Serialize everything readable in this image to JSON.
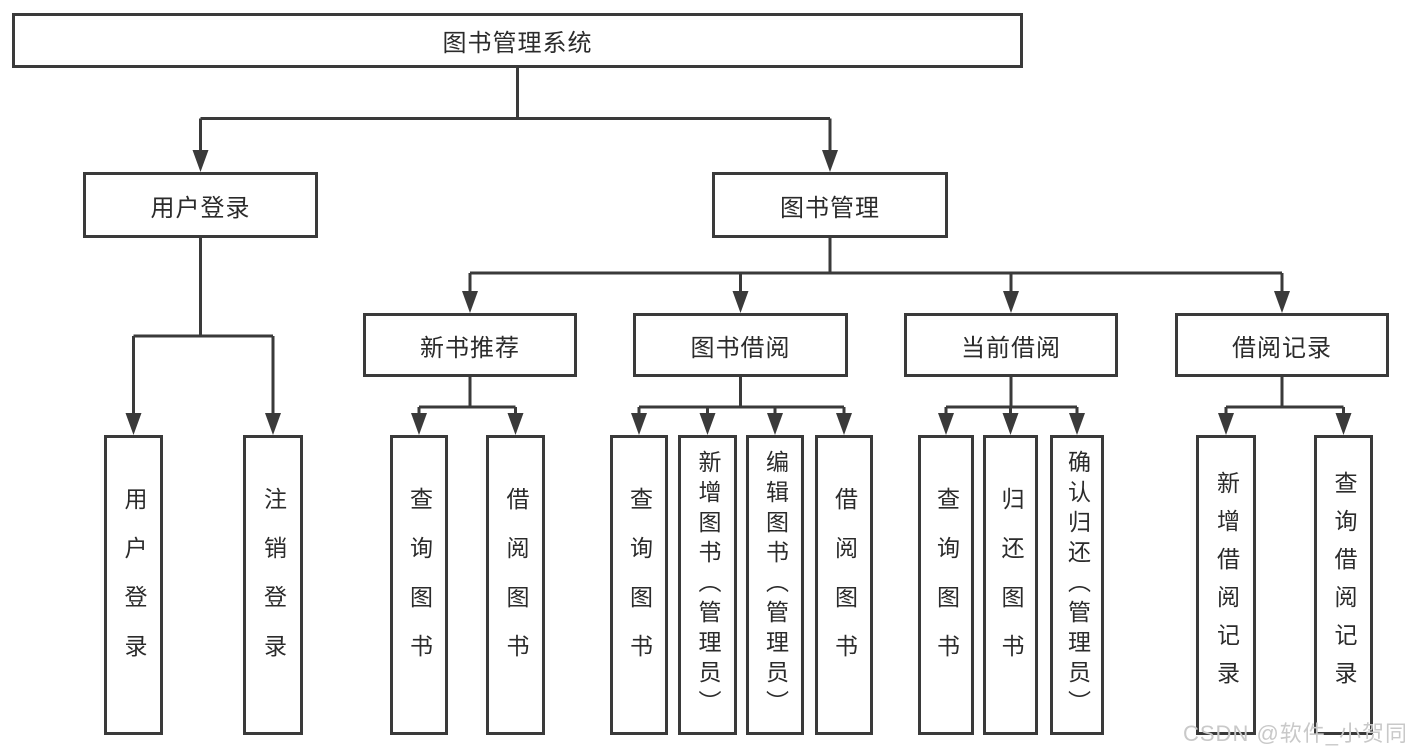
{
  "diagram": {
    "title": "图书管理系统",
    "level2": [
      {
        "label": "用户登录",
        "children": [
          "用户登录",
          "注销登录"
        ]
      },
      {
        "label": "图书管理",
        "children": [
          {
            "label": "新书推荐",
            "children": [
              "查询图书",
              "借阅图书"
            ]
          },
          {
            "label": "图书借阅",
            "children": [
              "查询图书",
              "新增图书（管理员）",
              "编辑图书（管理员）",
              "借阅图书"
            ]
          },
          {
            "label": "当前借阅",
            "children": [
              "查询图书",
              "归还图书",
              "确认归还（管理员）"
            ]
          },
          {
            "label": "借阅记录",
            "children": [
              "新增借阅记录",
              "查询借阅记录"
            ]
          }
        ]
      }
    ]
  },
  "watermark": {
    "text": "CSDN @软件_小贺同学"
  },
  "colors": {
    "line": "#3a3a3a",
    "text": "#2b2b2b",
    "watermark": "#c9c9c9",
    "background": "#ffffff"
  }
}
